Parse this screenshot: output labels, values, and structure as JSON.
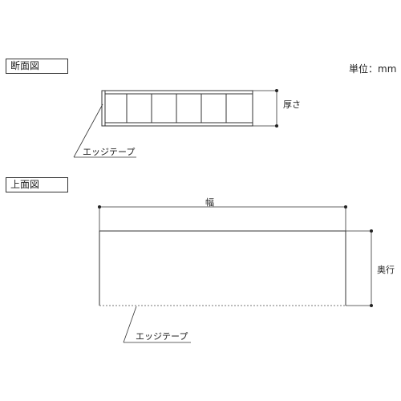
{
  "sections": {
    "cross_section": "断面図",
    "top_view": "上面図"
  },
  "unit": "単位：mm",
  "dimensions": {
    "thickness": "厚さ",
    "width": "幅",
    "depth": "奥行"
  },
  "callouts": {
    "edge_tape_cross": "エッジテープ",
    "edge_tape_top": "エッジテープ"
  },
  "colors": {
    "line": "#333333",
    "dash": "#777777"
  }
}
